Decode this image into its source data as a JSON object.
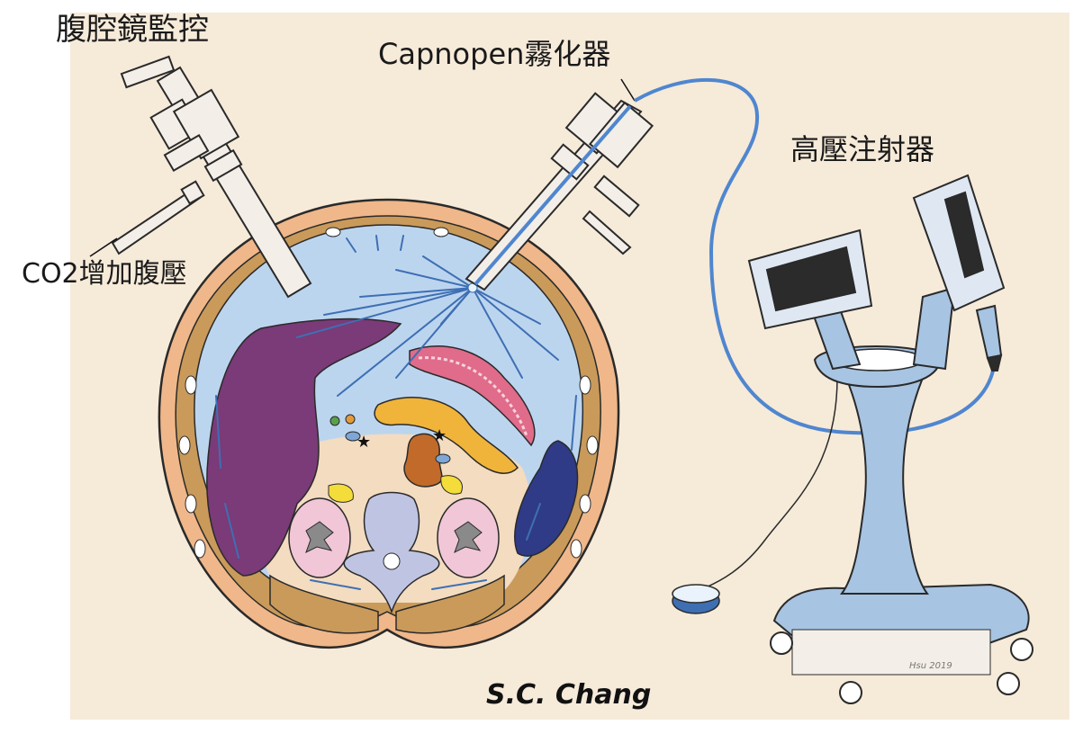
{
  "labels": {
    "laparoscope": "腹腔鏡監控",
    "capnopen": "Capnopen霧化器",
    "injector": "高壓注射器",
    "co2": "CO2增加腹壓",
    "signature": "S.C. Chang",
    "scribble": "Hsu 2019"
  },
  "colors": {
    "paper": "#f6ead9",
    "skin": "#efb78a",
    "muscle": "#c99a5a",
    "cavity": "#bcd5ef",
    "spray": "#3e6fb3",
    "liver": "#7b3a78",
    "spleen": "#2f3b86",
    "stomach": "#e06b8a",
    "pancreas": "#f0b43a",
    "kidney": "#f1c6d6",
    "vertebra": "#bfc4e2",
    "aorta": "#c26a2a",
    "tube": "#4f86cf",
    "machine": "#a7c4e2"
  }
}
